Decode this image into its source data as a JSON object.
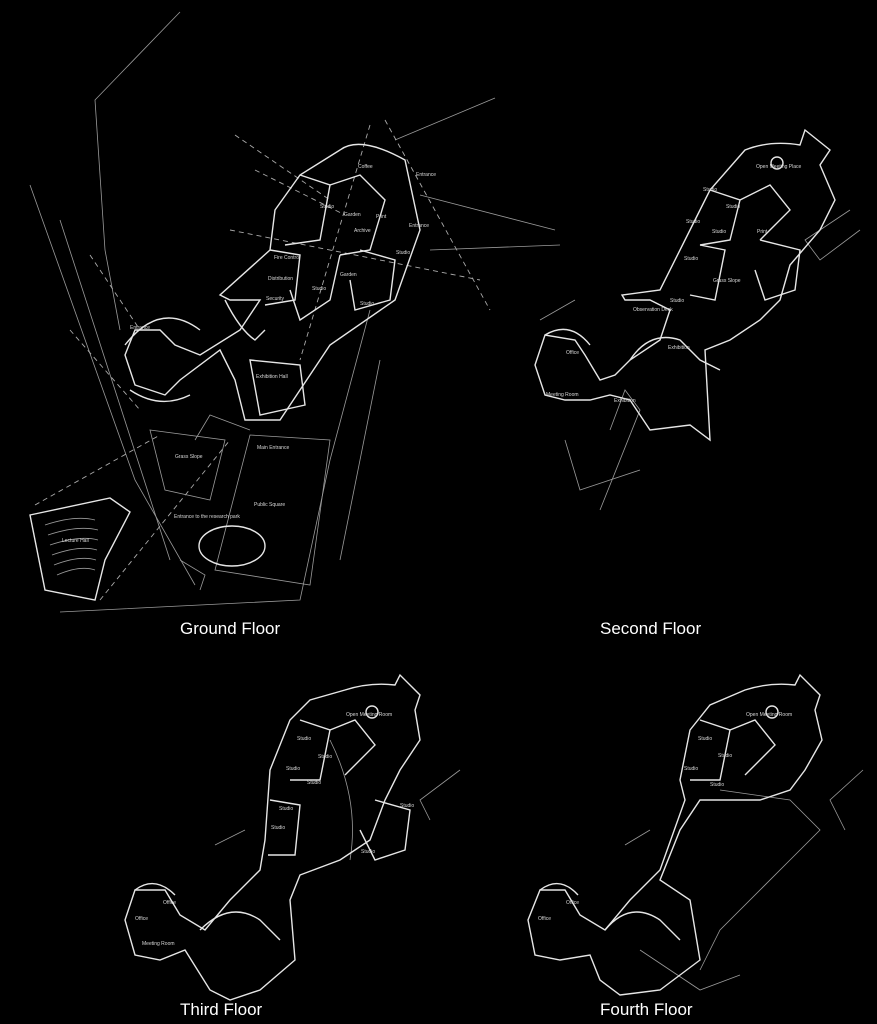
{
  "floors": [
    {
      "caption": "Ground Floor",
      "rooms": [
        "Coffee",
        "Entrance",
        "Studio",
        "Garden",
        "Print",
        "Archive",
        "Entrance",
        "Studio",
        "Fire Control",
        "Distribution",
        "Security",
        "Studio",
        "Garden",
        "Studio",
        "Entrance",
        "Exhibition Hall",
        "Grass Slope",
        "Main Entrance",
        "Public Square",
        "Entrance to the research park",
        "Lecture Hall"
      ]
    },
    {
      "caption": "Second Floor",
      "rooms": [
        "Open Meeting Place",
        "Studio",
        "Studio",
        "Studio",
        "Print",
        "Studio",
        "Studio",
        "Grass Slope",
        "Studio",
        "Observation Deck",
        "Exhibition",
        "Office",
        "Meeting Room",
        "Exhibition"
      ]
    },
    {
      "caption": "Third Floor",
      "rooms": [
        "Open Meeting Room",
        "Studio",
        "Studio",
        "Studio",
        "Studio",
        "Studio",
        "Studio",
        "Studio",
        "Studio",
        "Office",
        "Office",
        "Meeting Room"
      ]
    },
    {
      "caption": "Fourth Floor",
      "rooms": [
        "Open Meeting Room",
        "Studio",
        "Studio",
        "Studio",
        "Studio",
        "Office",
        "Office"
      ]
    }
  ],
  "colors": {
    "background": "#000000",
    "lines": "#e6e6e6",
    "text": "#ffffff"
  }
}
